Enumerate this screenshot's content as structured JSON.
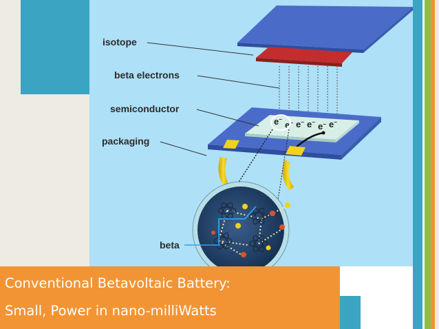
{
  "diagram": {
    "labels": {
      "isotope": "isotope",
      "beta_electrons": "beta electrons",
      "semiconductor": "semiconductor",
      "packaging": "packaging",
      "beta": "beta"
    },
    "electron_symbol": "e",
    "electron_charge": "−",
    "electron_count": 6
  },
  "caption": {
    "line1": "Conventional Betavoltaic Battery:",
    "line2": "Small, Power in nano-milliWatts"
  },
  "colors": {
    "background": "#eeebe3",
    "teal": "#3aa4c2",
    "orange": "#f29434",
    "diagram_bg": "#aee0f7",
    "plate_blue": "#4a6cc8",
    "isotope_red": "#b52a2a",
    "lead_yellow": "#f2d21c",
    "chip": "#d8efe8",
    "stripe_green": "#8fbc45"
  }
}
